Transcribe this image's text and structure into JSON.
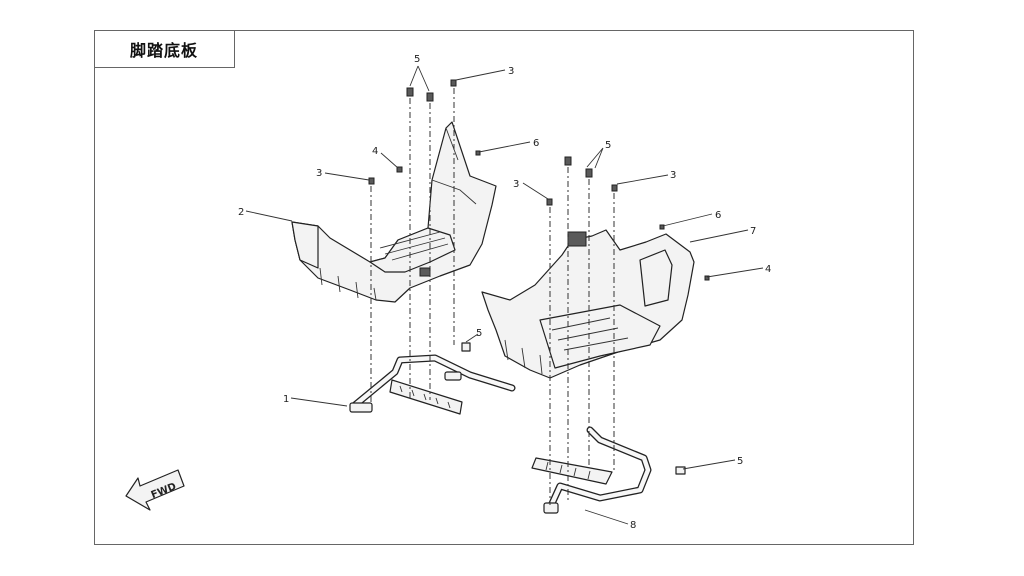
{
  "title": "脚踏底板",
  "callouts": [
    {
      "id": "c5a",
      "text": "5"
    },
    {
      "id": "c3a",
      "text": "3"
    },
    {
      "id": "c4a",
      "text": "4"
    },
    {
      "id": "c6a",
      "text": "6"
    },
    {
      "id": "c3b",
      "text": "3"
    },
    {
      "id": "c2",
      "text": "2"
    },
    {
      "id": "c5b",
      "text": "5"
    },
    {
      "id": "c3c",
      "text": "3"
    },
    {
      "id": "c3d",
      "text": "3"
    },
    {
      "id": "c6b",
      "text": "6"
    },
    {
      "id": "c7",
      "text": "7"
    },
    {
      "id": "c4b",
      "text": "4"
    },
    {
      "id": "c5c",
      "text": "5"
    },
    {
      "id": "c1",
      "text": "1"
    },
    {
      "id": "c5d",
      "text": "5"
    },
    {
      "id": "c8",
      "text": "8"
    }
  ],
  "fwd_label": "FWD"
}
